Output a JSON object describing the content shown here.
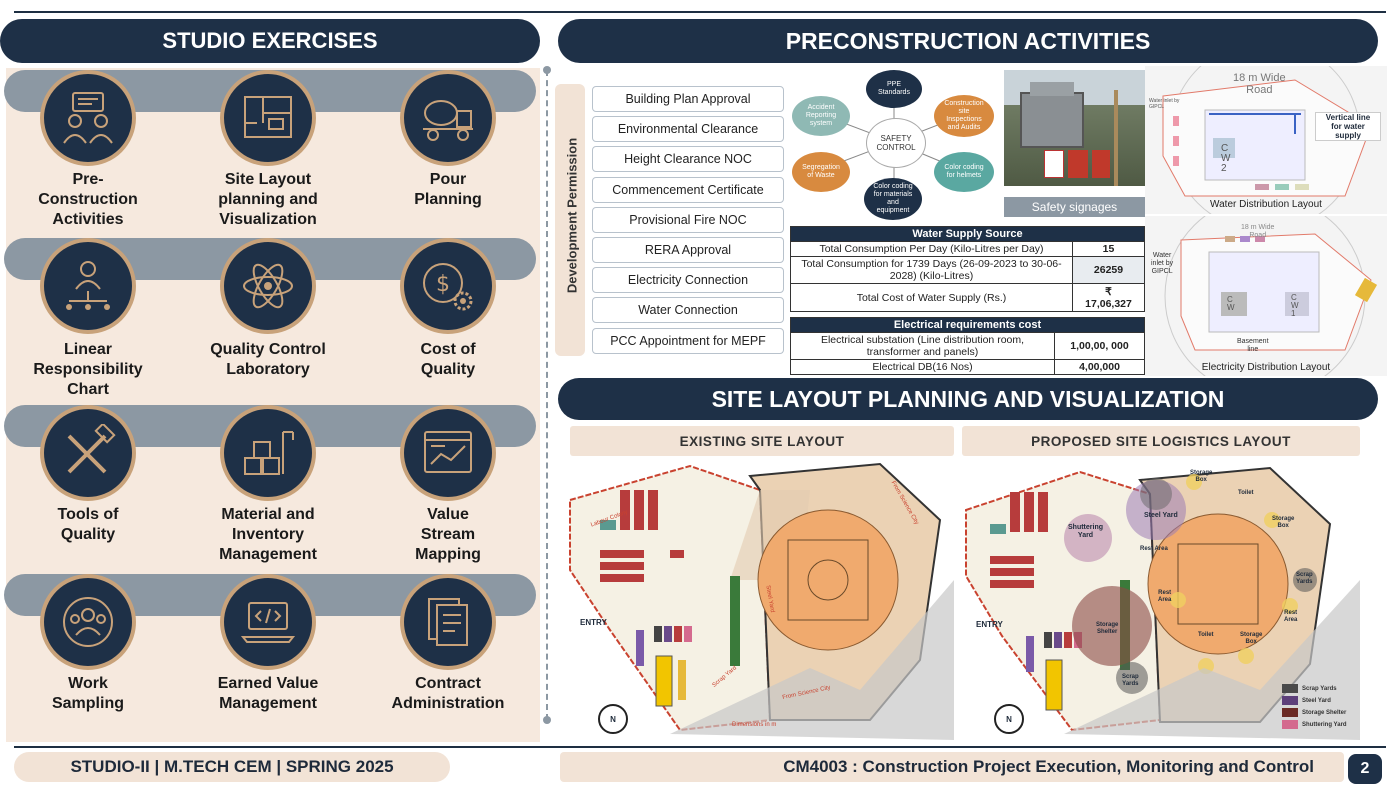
{
  "left_title": "STUDIO EXERCISES",
  "right_title": "PRECONSTRUCTION ACTIVITIES",
  "exercises": [
    {
      "label": "Pre-\nConstruction\nActivities",
      "icon": "meeting-icon"
    },
    {
      "label": "Site Layout\nplanning and\nVisualization",
      "icon": "blueprint-icon"
    },
    {
      "label": "Pour\nPlanning",
      "icon": "concrete-mixer-icon"
    },
    {
      "label": "Linear\nResponsibility\nChart",
      "icon": "org-chart-icon"
    },
    {
      "label": "Quality Control\nLaboratory",
      "icon": "atom-icon"
    },
    {
      "label": "Cost of\nQuality",
      "icon": "dollar-gear-icon"
    },
    {
      "label": "Tools of\nQuality",
      "icon": "tools-icon"
    },
    {
      "label": "Material and\nInventory\nManagement",
      "icon": "material-icon"
    },
    {
      "label": "Value\nStream\nMapping",
      "icon": "dashboard-icon"
    },
    {
      "label": "Work\nSampling",
      "icon": "team-icon"
    },
    {
      "label": "Earned Value\nManagement",
      "icon": "laptop-code-icon"
    },
    {
      "label": "Contract\nAdministration",
      "icon": "documents-icon"
    }
  ],
  "dev_permission": "Development Permission",
  "permissions": [
    "Building Plan Approval",
    "Environmental Clearance",
    "Height Clearance NOC",
    "Commencement Certificate",
    "Provisional Fire NOC",
    "RERA Approval",
    "Electricity Connection",
    "Water Connection",
    "PCC Appointment for MEPF"
  ],
  "safety": {
    "center": "SAFETY\nCONTROL",
    "items": [
      "PPE\nStandards",
      "Construction\nsite\nInspections\nand Audits",
      "Color coding\nfor helmets",
      "Color coding\nfor materials\nand\nequipment",
      "Segregation\nof Waste",
      "Accident\nReporting\nsystem"
    ]
  },
  "signage_caption": "Safety signages",
  "water": {
    "title": "Water Supply Source",
    "rows": [
      [
        "Total Consumption Per Day (Kilo-Litres per Day)",
        "15"
      ],
      [
        "Total Consumption for 1739 Days (26-09-2023 to 30-06-2028) (Kilo-Litres)",
        "26259"
      ],
      [
        "Total Cost of Water Supply (Rs.)",
        "₹\n17,06,327"
      ]
    ]
  },
  "electric": {
    "title": "Electrical requirements cost",
    "rows": [
      [
        "Electrical substation (Line distribution room, transformer and panels)",
        "1,00,00, 000"
      ],
      [
        "Electrical DB(16 Nos)",
        "4,00,000"
      ]
    ]
  },
  "water_layout": {
    "road": "18 m Wide\nRoad",
    "note": "Vertical line\nfor water\nsupply",
    "inlet": "Water inlet by\nGIPCL",
    "caption": "Water Distribution Layout",
    "cw": "C\nW\n2"
  },
  "elec_layout": {
    "road": "18 m Wide\nRoad",
    "inlet": "Water\ninlet by\nGIPCL",
    "basement": "Basement\nline",
    "caption": "Electricity Distribution Layout",
    "cw1": "C\nW",
    "cw2": "C\nW\n1"
  },
  "site_title": "SITE LAYOUT PLANNING AND VISUALIZATION",
  "existing_title": "EXISTING SITE LAYOUT",
  "proposed_title": "PROPOSED SITE LOGISTICS LAYOUT",
  "existing_labels": {
    "entry": "ENTRY",
    "labour": "Labour Colony",
    "science1": "From Science City",
    "science2": "From Science City",
    "steel": "Steel Yard",
    "scrap": "Scrap Yard",
    "dims": "Dimensions in m",
    "north": "N"
  },
  "proposed_labels": {
    "entry": "ENTRY",
    "shuttering": "Shuttering\nYard",
    "steel": "Steel Yard",
    "storage_box1": "Storage\nBox",
    "toilet1": "Toilet",
    "storage_box2": "Storage\nBox",
    "rest1": "Rest Area",
    "rest2": "Rest\nArea",
    "rest3": "Rest\nArea",
    "storage_shelter": "Storage\nShelter",
    "scrap1": "Scrap\nYards",
    "scrap2": "Scrap\nYards",
    "toilet2": "Toilet",
    "storage_box3": "Storage\nBox",
    "north": "N"
  },
  "legend": [
    {
      "label": "Scrap Yards",
      "color": "#4a4a4a"
    },
    {
      "label": "Steel Yard",
      "color": "#5d3f7a"
    },
    {
      "label": "Storage Shelter",
      "color": "#6b2a25"
    },
    {
      "label": "Shuttering Yard",
      "color": "#d46a8e"
    }
  ],
  "footer_left": "STUDIO-II | M.TECH CEM | SPRING 2025",
  "footer_right": "CM4003 : Construction Project Execution, Monitoring and Control",
  "page_number": "2",
  "colors": {
    "navy": "#1e3047",
    "gold": "#c8a27a",
    "cream": "#f6e9de",
    "grey": "#8c98a3"
  }
}
